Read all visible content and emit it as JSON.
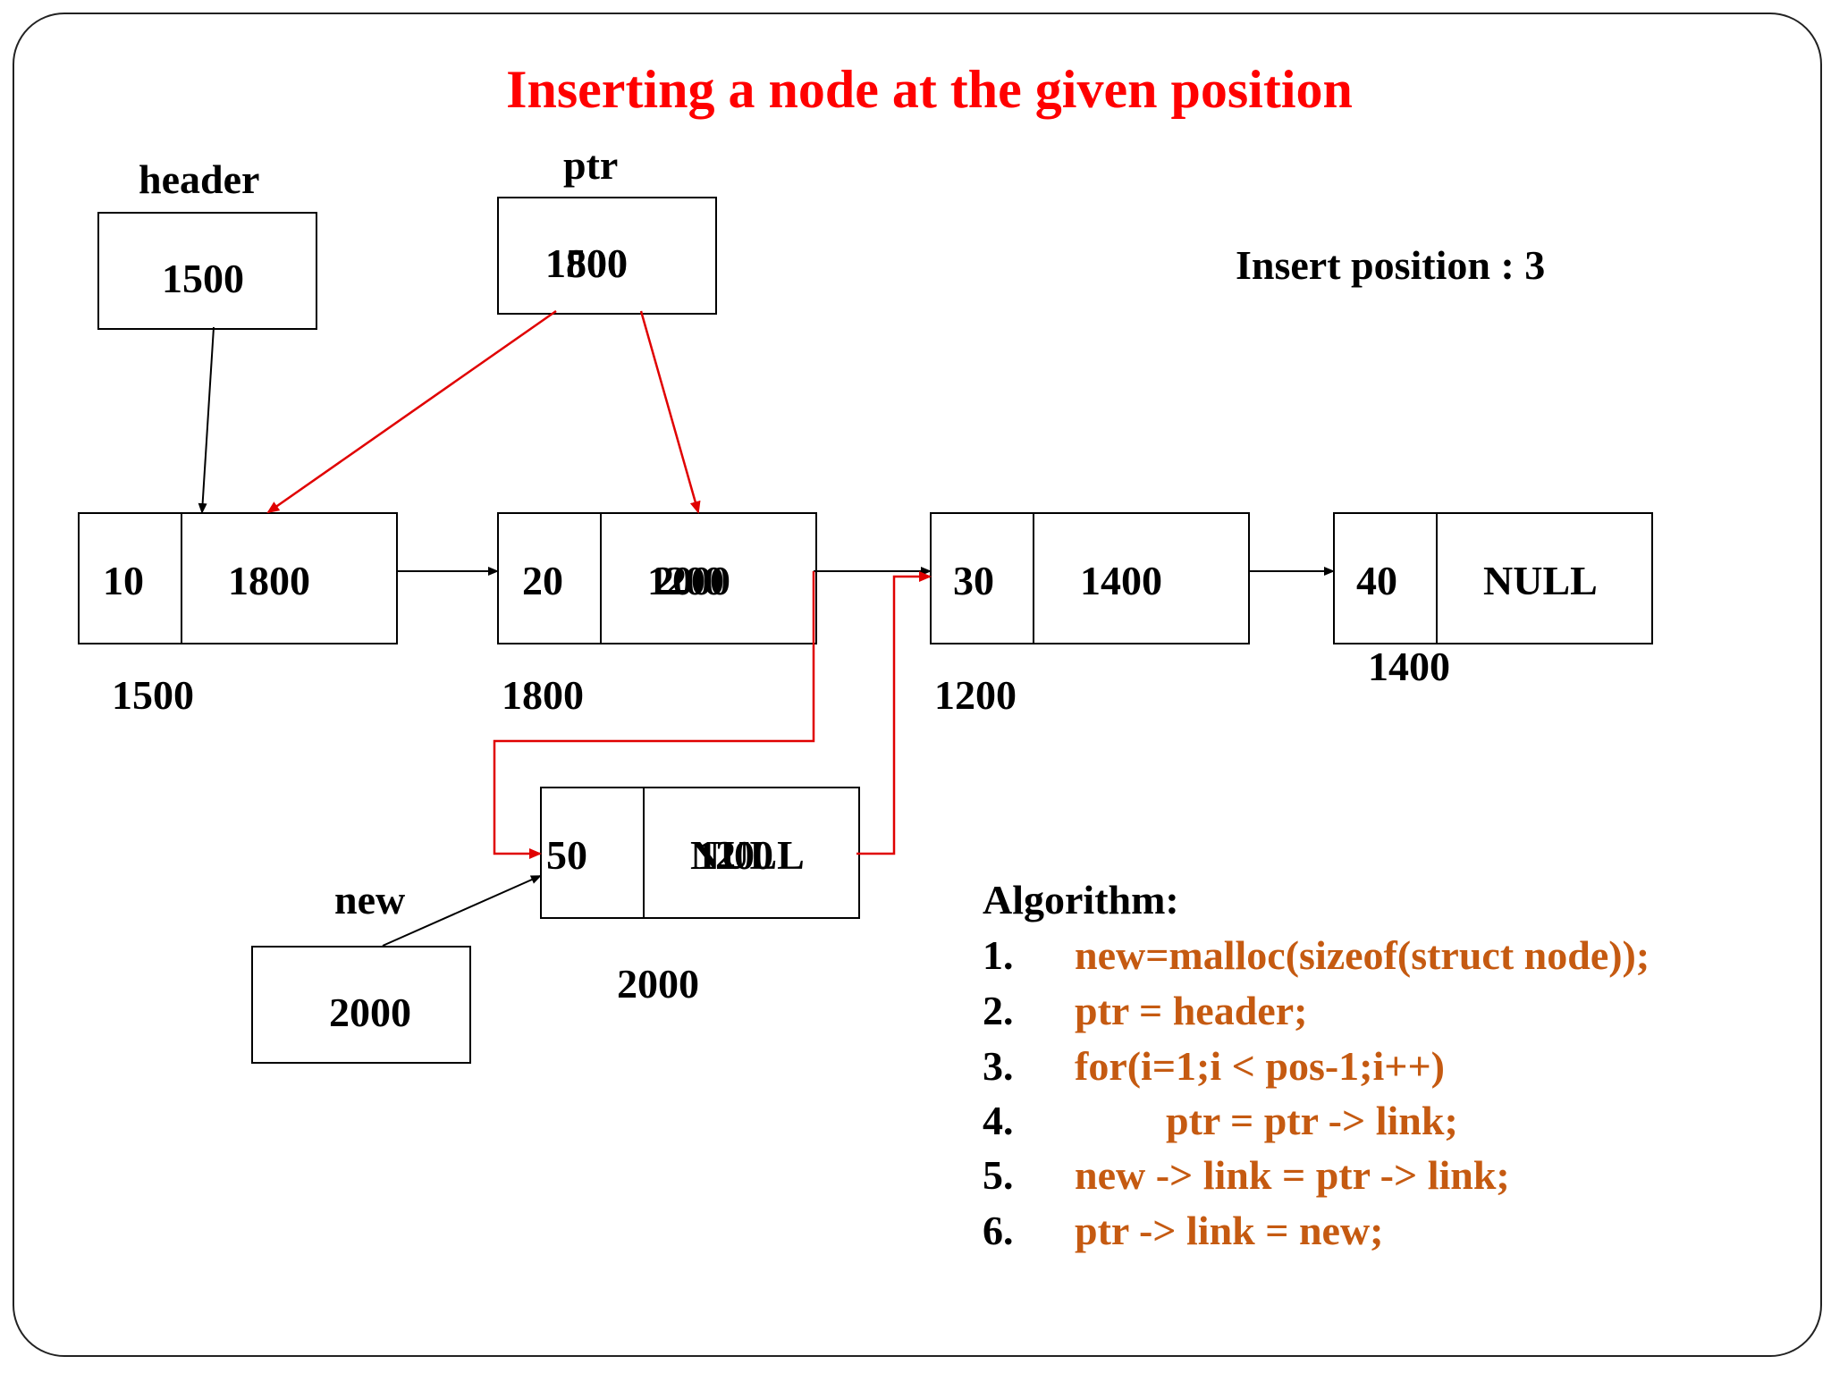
{
  "title": "Inserting a node at the given position",
  "header": {
    "label": "header",
    "value": "1500"
  },
  "ptr": {
    "label": "ptr",
    "value_new": "1800",
    "value_old": "1500"
  },
  "insert_position": "Insert position : 3",
  "new": {
    "label": "new",
    "value": "2000"
  },
  "nodes": [
    {
      "data": "10",
      "link": "1800",
      "address": "1500"
    },
    {
      "data": "20",
      "link_new": "2000",
      "link_old": "1200",
      "address": "1800"
    },
    {
      "data": "30",
      "link": "1400",
      "address": "1200"
    },
    {
      "data": "40",
      "link": "NULL",
      "address": "1400"
    }
  ],
  "new_node": {
    "data": "50",
    "link_old": "NULL",
    "link_new": "1200",
    "address": "2000"
  },
  "algorithm": {
    "heading": "Algorithm:",
    "steps": [
      {
        "num": "1.",
        "code": "new=malloc(sizeof(struct node));"
      },
      {
        "num": "2.",
        "code": "ptr = header;"
      },
      {
        "num": "3.",
        "code": "for(i=1;i < pos-1;i++)"
      },
      {
        "num": "4.",
        "code": "ptr = ptr -> link;"
      },
      {
        "num": "5.",
        "code": "new -> link = ptr -> link;"
      },
      {
        "num": "6.",
        "code": "ptr -> link = new;"
      }
    ]
  },
  "colors": {
    "title": "#ff0000",
    "code": "#c55a11",
    "arrow_red": "#e00000",
    "arrow_black": "#000000"
  }
}
